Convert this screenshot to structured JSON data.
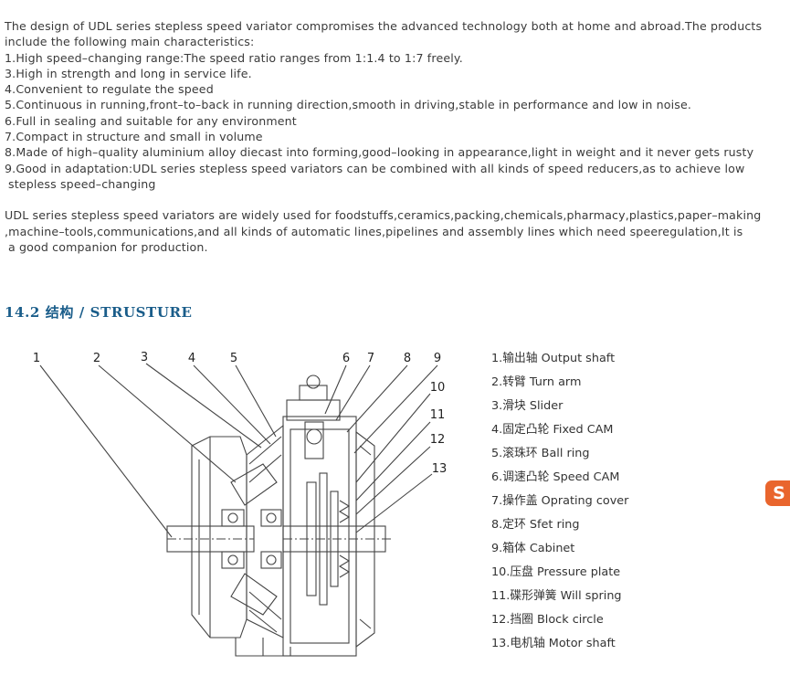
{
  "intro": {
    "lines": [
      "The design of UDL series stepless speed variator compromises the advanced technology both at home and abroad.The products",
      "include the following main characteristics:",
      "1.High speed–changing range:The speed ratio ranges from 1:1.4 to 1:7 freely.",
      "3.High in strength and long in service life.",
      "4.Convenient to regulate the speed",
      "5.Continuous in running,front–to–back in running direction,smooth in driving,stable in performance and low in noise.",
      "6.Full in sealing and suitable for any environment",
      "7.Compact in structure and small in volume",
      "8.Made of high–quality aluminium alloy diecast into forming,good–looking in appearance,light in weight and it never gets rusty",
      "9.Good in adaptation:UDL series stepless speed variators can be combined with all kinds of speed reducers,as to achieve low",
      " stepless speed–changing"
    ],
    "usage_lines": [
      "UDL series stepless speed variators are widely used for foodstuffs,ceramics,packing,chemicals,pharmacy,plastics,paper–making",
      ",machine–tools,communications,and all kinds of automatic lines,pipelines and assembly lines which need speeregulation,It is",
      " a good companion for production."
    ]
  },
  "section": {
    "title": "14.2 结构 / STRUSTURE"
  },
  "diagram": {
    "callouts": [
      "1",
      "2",
      "3",
      "4",
      "5",
      "6",
      "7",
      "8",
      "9",
      "10",
      "11",
      "12",
      "13"
    ]
  },
  "parts_list": [
    "1.输出轴 Output shaft",
    "2.转臂 Turn arm",
    "3.滑块 Slider",
    "4.固定凸轮 Fixed CAM",
    "5.滚珠环 Ball ring",
    "6.调速凸轮 Speed CAM",
    "7.操作盖 Oprating cover",
    "8.定环 Sfet ring",
    "9.箱体 Cabinet",
    "10.压盘 Pressure plate",
    "11.碟形弹簧 Will spring",
    "12.挡圈 Block circle",
    "13.电机轴 Motor shaft"
  ],
  "side_badge": {
    "glyph": "S",
    "color": "#e9652d"
  }
}
